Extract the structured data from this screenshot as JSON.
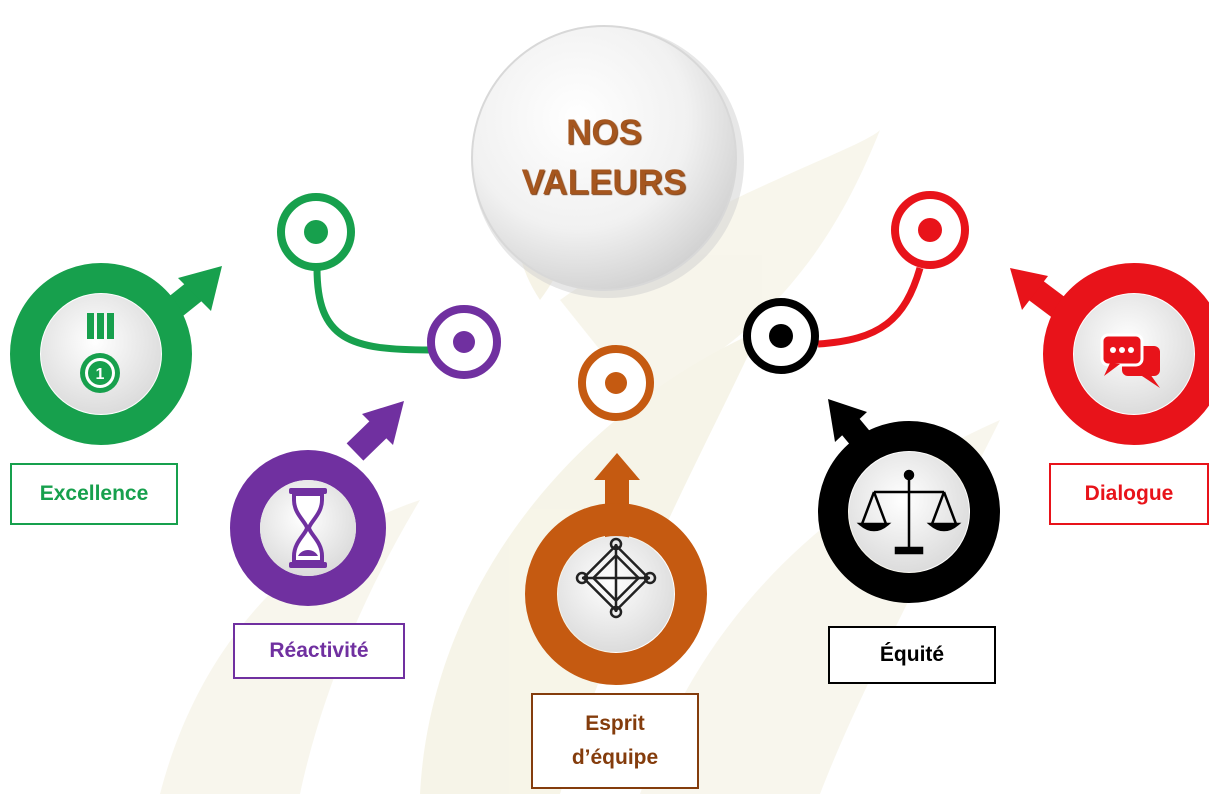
{
  "diagram": {
    "title_line1": "NOS",
    "title_line2": "VALEURS",
    "values": [
      {
        "label": "Excellence",
        "color": "#17a04d",
        "icon": "medal-icon"
      },
      {
        "label": "Réactivité",
        "color": "#7030a0",
        "icon": "hourglass-icon"
      },
      {
        "label_line1": "Esprit",
        "label_line2": "d’équipe",
        "color": "#c55a11",
        "icon": "teamwork-hands-icon"
      },
      {
        "label": "Équité",
        "color": "#000000",
        "icon": "scales-icon"
      },
      {
        "label": "Dialogue",
        "color": "#e8131a",
        "icon": "chat-bubbles-icon"
      }
    ],
    "watermark": "background-leaf-watermark"
  }
}
